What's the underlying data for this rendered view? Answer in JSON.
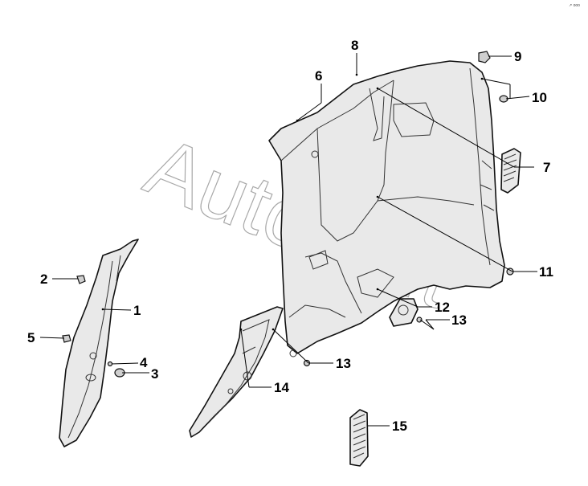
{
  "watermark": "AutoSoft",
  "corner_mark": "↗ ooo",
  "callouts": [
    {
      "id": "1",
      "label": "1"
    },
    {
      "id": "2",
      "label": "2"
    },
    {
      "id": "3",
      "label": "3"
    },
    {
      "id": "4",
      "label": "4"
    },
    {
      "id": "5",
      "label": "5"
    },
    {
      "id": "6",
      "label": "6"
    },
    {
      "id": "7",
      "label": "7"
    },
    {
      "id": "8",
      "label": "8"
    },
    {
      "id": "9",
      "label": "9"
    },
    {
      "id": "10",
      "label": "10"
    },
    {
      "id": "11",
      "label": "11"
    },
    {
      "id": "12",
      "label": "12"
    },
    {
      "id": "13a",
      "label": "13"
    },
    {
      "id": "13b",
      "label": "13"
    },
    {
      "id": "14",
      "label": "14"
    },
    {
      "id": "15",
      "label": "15"
    }
  ]
}
